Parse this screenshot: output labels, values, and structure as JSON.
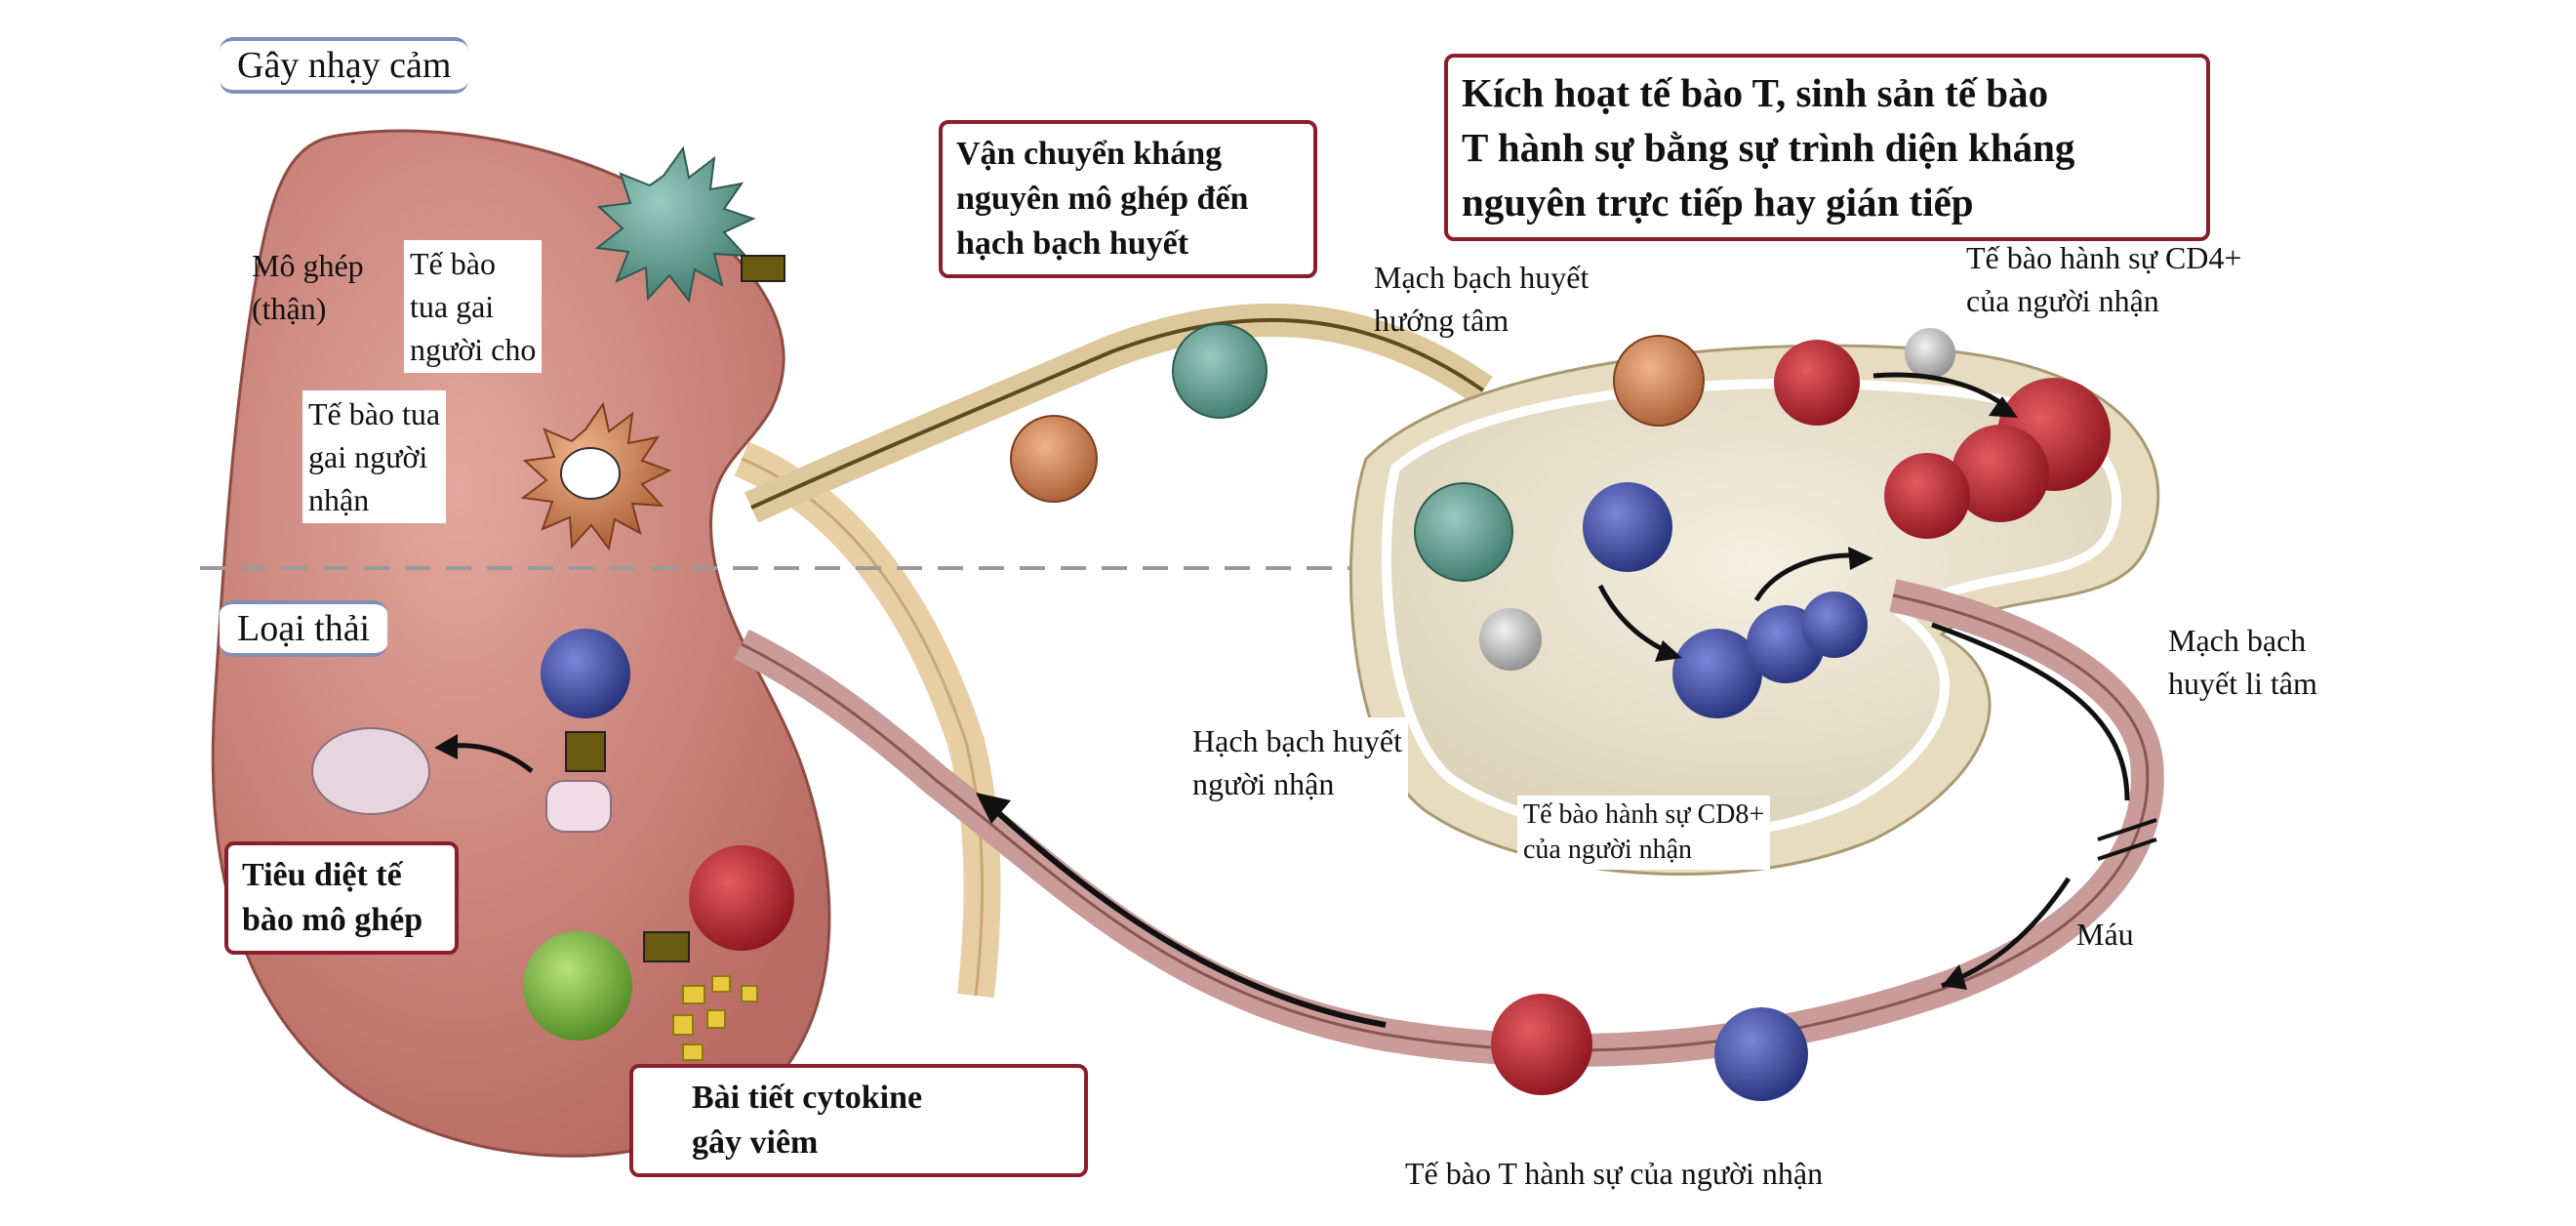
{
  "sections": {
    "sensitization": "Gây nhạy cảm",
    "rejection": "Loại thải"
  },
  "boxes": {
    "activation": [
      "Kích hoạt tế bào T, sinh sản tế bào",
      "T hành sự bằng sự trình diện kháng",
      "nguyên trực tiếp hay gián tiếp"
    ],
    "transport": [
      "Vận chuyển kháng",
      "nguyên mô ghép đến",
      "hạch bạch huyết"
    ],
    "kill": [
      "Tiêu diệt tế",
      "bào mô ghép"
    ],
    "cytokine": [
      "Bài tiết cytokine",
      "gây viêm"
    ]
  },
  "labels": {
    "graft": [
      "Mô ghép",
      "(thận)"
    ],
    "donor_dc": [
      "Tế bào",
      "tua gai",
      "người cho"
    ],
    "recipient_dc": [
      "Tế bào tua",
      "gai người",
      "nhận"
    ],
    "afferent": [
      "Mạch bạch huyết",
      "hướng tâm"
    ],
    "cd4": [
      "Tế bào hành sự CD4+",
      "của người nhận"
    ],
    "efferent": [
      "Mạch bạch",
      "huyết li tâm"
    ],
    "lymph_node": [
      "Hạch bạch huyết",
      "người nhận"
    ],
    "cd8": [
      "Tế bào hành sự CD8+",
      "của người nhận"
    ],
    "blood": "Máu",
    "effector_t": "Tế bào T hành sự của người nhận"
  },
  "colors": {
    "kidney": "#c97e74",
    "box_border": "#8a1f2b",
    "tab_border": "#7f8fb5",
    "donor_dc": "#5b9a8a",
    "recipient_dc": "#c9875e",
    "cd4_cell": "#b32630",
    "cd8_cell": "#3a4aa0",
    "graft_cell": "#6fae3a"
  }
}
